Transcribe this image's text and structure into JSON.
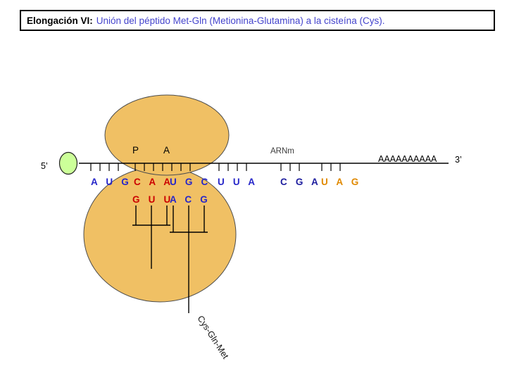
{
  "title": {
    "prefix": "Elongación VI:",
    "rest": "Unión del péptido Met-Gln (Metionina-Glutamina)  a la cisteína (Cys)."
  },
  "labels": {
    "five_prime": "5’",
    "three_prime": "3’",
    "p_site": "P",
    "a_site": "A",
    "mrna": "ARNm",
    "poly_a": "AAAAAAAAAA",
    "peptide": "Cys-Gln-Met"
  },
  "mrna": {
    "codons": [
      {
        "text": "A U G",
        "color": "#2626c9"
      },
      {
        "text": "C A A",
        "color": "#cc0000"
      },
      {
        "text": "U G C",
        "color": "#2626c9"
      },
      {
        "text": "U U A",
        "color": "#2626c9"
      },
      {
        "text": "C G A",
        "color": "#1d1d9e"
      },
      {
        "text": "U A G",
        "color": "#e08900"
      }
    ],
    "anticodons": [
      {
        "text": "G U U",
        "color": "#cc0000"
      },
      {
        "text": "A C G",
        "color": "#2626c9"
      }
    ]
  },
  "colors": {
    "ribosome_fill": "#f0c064",
    "cap_fill": "#ccff99",
    "title_text": "#4444cc"
  }
}
